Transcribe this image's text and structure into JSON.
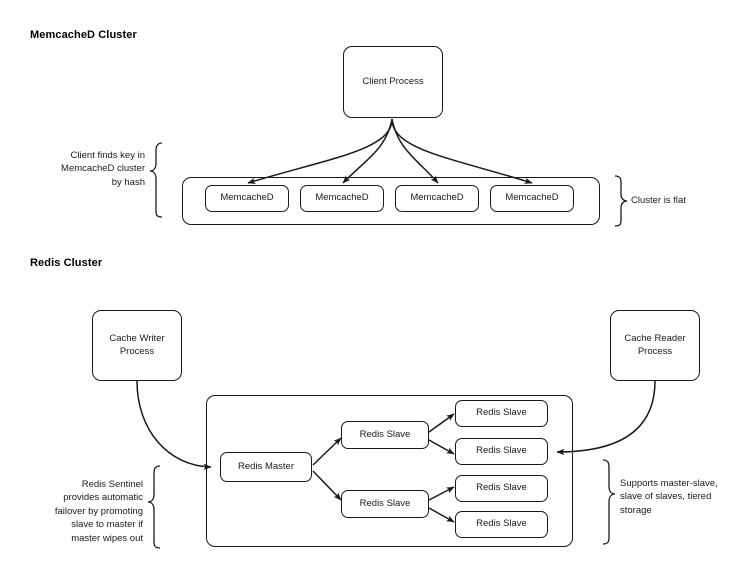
{
  "sections": [
    {
      "id": "memcached",
      "title": "MemcacheD Cluster"
    },
    {
      "id": "redis",
      "title": "Redis Cluster"
    }
  ],
  "memcached": {
    "client": {
      "label": "Client Process"
    },
    "cluster_nodes": [
      {
        "label": "MemcacheD"
      },
      {
        "label": "MemcacheD"
      },
      {
        "label": "MemcacheD"
      },
      {
        "label": "MemcacheD"
      }
    ],
    "left_note": "Client finds key in\nMemcacheD cluster\nby hash",
    "right_note": "Cluster is flat"
  },
  "redis": {
    "writer": {
      "label": "Cache Writer\nProcess"
    },
    "reader": {
      "label": "Cache Reader\nProcess"
    },
    "master": {
      "label": "Redis Master"
    },
    "tier1_slaves": [
      {
        "label": "Redis Slave"
      },
      {
        "label": "Redis Slave"
      }
    ],
    "tier2_slaves": [
      {
        "label": "Redis Slave"
      },
      {
        "label": "Redis Slave"
      },
      {
        "label": "Redis Slave"
      },
      {
        "label": "Redis Slave"
      }
    ],
    "left_note": "Redis Sentinel\nprovides automatic\nfailover by promoting\nslave to master if\nmaster wipes out",
    "right_note": "Supports master-slave,\nslave of slaves, tiered\nstorage"
  },
  "colors": {
    "stroke": "#1a1a1a",
    "background": "#ffffff",
    "text": "#1a1a1a"
  }
}
